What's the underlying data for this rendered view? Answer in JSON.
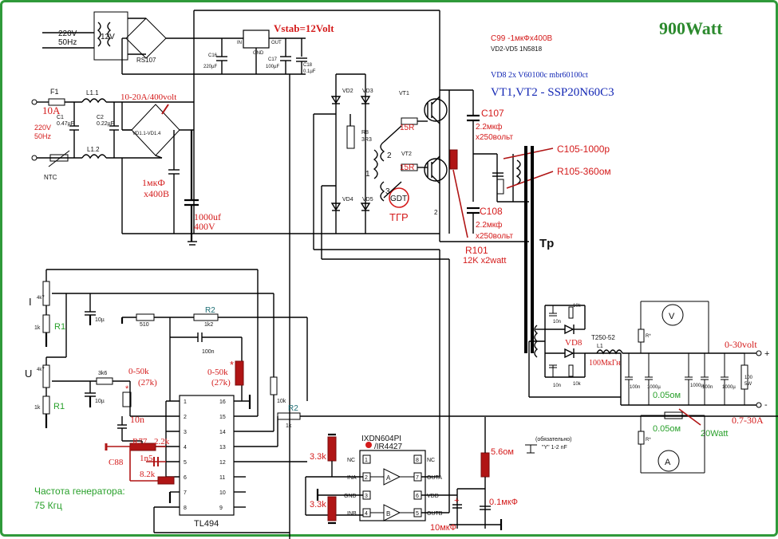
{
  "title": "900Watt",
  "vstab": "Vstab=12Volt",
  "notes": {
    "c99": "C99 -1мкФx400B",
    "vd2_vd5": "VD2-VD5 1N5818",
    "vd8": "VD8 2x V60100c mbr60100ct",
    "vt": "VT1,VT2 - SSP20N60C3"
  },
  "input": {
    "mains1": "220V",
    "hz1": "50Hz",
    "trafo": "12V",
    "rs107": "RS107",
    "fuse": "F1",
    "fuse_val": "10A",
    "mains2": "220V",
    "hz2": "50Hz",
    "l11": "L1.1",
    "l12": "L1.2",
    "c1": "C1",
    "c1v": "0.47µF",
    "c2": "C2",
    "c2v": "0.22µF",
    "ntc": "NTC",
    "bridge": "10-20A/400volt",
    "vd14": "VD1.1-VD1.4",
    "cap1": "1мкФ",
    "cap1v": "x400B",
    "bulk": "1000uf",
    "bulkv": "400V"
  },
  "reg": {
    "in": "IN",
    "out": "OUT",
    "gnd": "GND",
    "c16": "C16",
    "c16v": "220µF",
    "c17": "C17",
    "c17v": "100µF",
    "c18": "C18",
    "c18v": "0.1µF"
  },
  "driver": {
    "vd2": "VD2",
    "vd3": "VD3",
    "vd4": "VD4",
    "vd5": "VD5",
    "r8": "R8",
    "r8v": "3R3",
    "vt1": "VT1",
    "vt2": "VT2",
    "r15a": "15R",
    "r15b": "15R",
    "t1": "1",
    "t2": "2",
    "t3": "3",
    "gdt": "GDT",
    "tgr": "ТГР",
    "n2": "2"
  },
  "bridge_out": {
    "c107": "C107",
    "c107v": "2.2мкф",
    "c107u": "x250вольт",
    "c108": "C108",
    "c108v": "2.2мкф",
    "c108u": "x250вольт",
    "c105": "C105-1000p",
    "r105": "R105-360ом",
    "r101": "R101",
    "r101v": "12K x2watt",
    "tp": "Tp"
  },
  "control": {
    "i": "I",
    "u": "U",
    "r1a": "R1",
    "r1b": "R1",
    "k1a": "1k",
    "k1b": "1k",
    "p1": "4k7",
    "p2": "4k7",
    "c10a": "10µ",
    "c10b": "10µ",
    "r510": "510",
    "r2a": "R2",
    "r2av": "1k2",
    "r3k6": "3k6",
    "pot1": "0-50k",
    "pot1b": "(27k)",
    "pot2": "0-50k",
    "pot2b": "(27k)",
    "c100n": "100n",
    "c10n": "10n",
    "r10k": "10k",
    "r2b": "R2",
    "r1k": "1k",
    "r77": "R77",
    "v2k2": "2.2k",
    "v1n5": "1n5",
    "c88": "C88",
    "v8k2": "8.2k",
    "chip": "TL494",
    "freq1": "Частота генератора:",
    "freq2": "75 Кгц",
    "pins_left": [
      "1",
      "2",
      "3",
      "4",
      "5",
      "6",
      "7",
      "8"
    ],
    "pins_right": [
      "16",
      "15",
      "14",
      "13",
      "12",
      "11",
      "10",
      "9"
    ]
  },
  "gate": {
    "chip": "IXDN604PI",
    "chip2": "/IR4427",
    "nc1": "NC",
    "ina": "INA",
    "gnd": "GND",
    "inb": "INB",
    "nc2": "NC",
    "outa": "OUTA",
    "vdd": "VDD",
    "outb": "OUTB",
    "a": "A",
    "b": "B",
    "pl": [
      "1",
      "2",
      "3",
      "4"
    ],
    "pr": [
      "8",
      "7",
      "6",
      "5"
    ],
    "r33a": "3.3k",
    "r33b": "3.3k",
    "r56": "5.6ом",
    "c01": "0.1мкФ",
    "c10": "10мкФ",
    "opt": "(обязательно)",
    "opt2": "\"Y\" 1-2 nF"
  },
  "output": {
    "c10n_a": "10n",
    "r10k_a": "10k",
    "c10n_b": "10n",
    "r10k_b": "10k",
    "vd8": "VD8",
    "t250": "T250-52",
    "l1": "L1",
    "ind": "100МкГн",
    "c100n": "100n",
    "c1000a": "1000µ",
    "c1000b": "1000µ",
    "c100n_b": "100n",
    "c1000c": "1000µ",
    "r100": "100",
    "r5w": "5W",
    "rstar1": "R*",
    "rstar2": "R*",
    "shunt1": "0.05ом",
    "shunt2": "0.05ом",
    "w20": "20Watt",
    "volt": "0-30volt",
    "amp": "0.7-30A",
    "plus": "+",
    "minus": "-",
    "vm": "V",
    "am": "A"
  }
}
